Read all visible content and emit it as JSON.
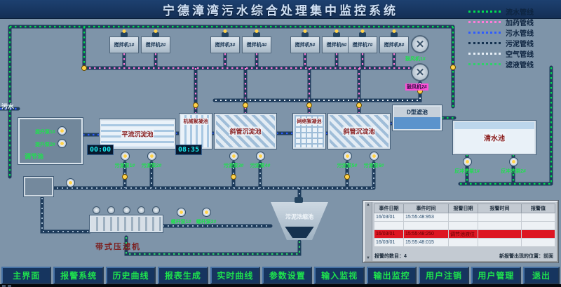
{
  "title": "宁德漳湾污水综合处理集中监控系统",
  "inflow_label": "污水",
  "legend": {
    "items": [
      {
        "label": "流水管线",
        "color": "#00e050"
      },
      {
        "label": "加药管线",
        "color": "#ff7ad9"
      },
      {
        "label": "污水管线",
        "color": "#2e5bff"
      },
      {
        "label": "污泥管线",
        "color": "#14314f"
      },
      {
        "label": "空气管线",
        "color": "#e6eef6"
      },
      {
        "label": "滤液管线",
        "color": "#2fd06b"
      }
    ]
  },
  "mixers": [
    {
      "label": "搅拌机1#"
    },
    {
      "label": "搅拌机2#"
    },
    {
      "label": "搅拌机3#"
    },
    {
      "label": "搅拌机4#"
    },
    {
      "label": "搅拌机5#"
    },
    {
      "label": "搅拌机6#"
    },
    {
      "label": "搅拌机7#"
    },
    {
      "label": "搅拌机8#"
    }
  ],
  "blowers": [
    {
      "label": "鼓风机1#"
    },
    {
      "label": "鼓风机2#"
    }
  ],
  "tanks": {
    "regulating": "调节池",
    "horizontal_sedimentation": "平流沉淀池",
    "mechanical_flocculation": "机械絮凝池",
    "inclined_tube_1": "斜管沉淀池",
    "grid_flocculation": "网络絮凝池",
    "inclined_tube_2": "斜管沉淀池",
    "d_filter": "D型滤池",
    "clear_water": "清水池",
    "sludge_thickener": "污泥浓缩池",
    "belt_press": "带式压滤机"
  },
  "pumps": {
    "lift": [
      {
        "label": "提升泵1#"
      },
      {
        "label": "提升泵2#"
      }
    ],
    "sludge": [
      {
        "label": "污泥泵1#"
      },
      {
        "label": "污泥泵2#"
      },
      {
        "label": "污泥泵3#"
      },
      {
        "label": "污泥泵4#"
      },
      {
        "label": "污泥泵5#"
      },
      {
        "label": "污泥泵6#"
      }
    ],
    "backwash": [
      {
        "label": "反冲洗泵1#"
      },
      {
        "label": "反冲洗泵2#"
      }
    ],
    "screw": [
      {
        "label": "螺杆泵1#"
      },
      {
        "label": "螺杆泵2#"
      }
    ]
  },
  "clocks": [
    {
      "value": "00:00"
    },
    {
      "value": "08:35"
    }
  ],
  "alarm_panel": {
    "headers": [
      "事件日期",
      "事件时间",
      "报警日期",
      "报警时间",
      "报警值"
    ],
    "rows": [
      [
        "16/03/01",
        "15:55:48:953",
        "",
        "",
        ""
      ],
      [
        "",
        "",
        "",
        "",
        ""
      ],
      [
        "16/03/01",
        "15:55:48:250",
        "调节池液位",
        "",
        ""
      ],
      [
        "16/03/01",
        "15:55:48:015",
        "",
        "",
        ""
      ]
    ],
    "count_label": "报警的数目：4",
    "position_label": "新报警出现的位置：前面"
  },
  "toolbar": {
    "buttons": [
      {
        "label": "主界面"
      },
      {
        "label": "报警系统"
      },
      {
        "label": "历史曲线"
      },
      {
        "label": "报表生成"
      },
      {
        "label": "实时曲线"
      },
      {
        "label": "参数设置"
      },
      {
        "label": "输入监视"
      },
      {
        "label": "输出监控"
      },
      {
        "label": "用户注销"
      },
      {
        "label": "用户管理"
      },
      {
        "label": "退出"
      }
    ]
  }
}
